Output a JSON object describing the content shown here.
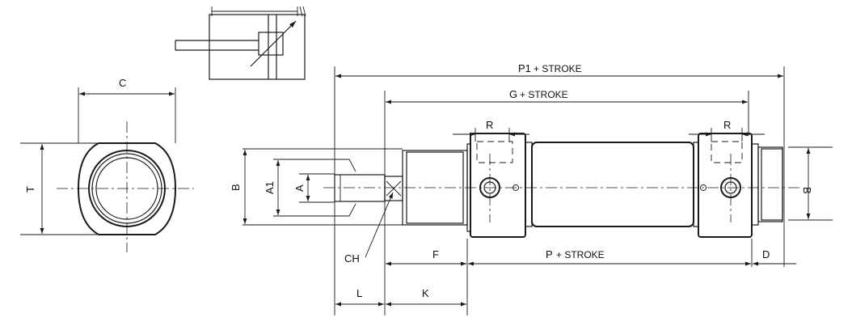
{
  "labels": {
    "c": "C",
    "t": "T",
    "p1": "P1",
    "p1_suffix": "+ STROKE",
    "g": "G",
    "g_suffix": "+ STROKE",
    "r_left": "R",
    "r_right": "R",
    "b_left": "B",
    "a1": "A1",
    "a": "A",
    "b_right": "B",
    "ch": "CH",
    "f": "F",
    "p": "P",
    "p_suffix": "+ STROKE",
    "d": "D",
    "l": "L",
    "k": "K"
  }
}
